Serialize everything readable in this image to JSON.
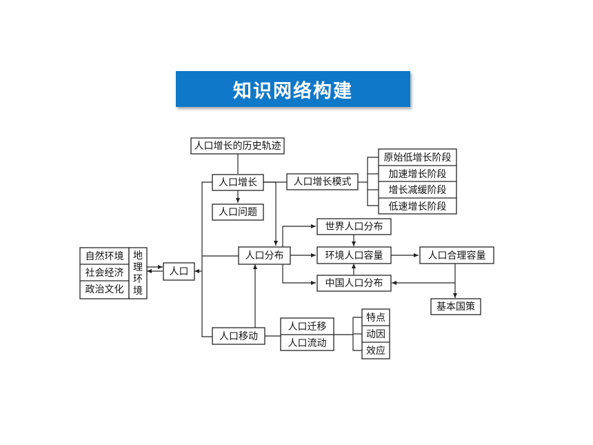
{
  "title": "知识网络构建",
  "nodes": {
    "history": "人口增长的历史轨迹",
    "growth": "人口增长",
    "problem": "人口问题",
    "mode": "人口增长模式",
    "stage1": "原始低增长阶段",
    "stage2": "加速增长阶段",
    "stage3": "增长减缓阶段",
    "stage4": "低速增长阶段",
    "world_dist": "世界人口分布",
    "distribution": "人口分布",
    "capacity": "环境人口容量",
    "reasonable": "人口合理容量",
    "china_dist": "中国人口分布",
    "policy": "基本国策",
    "population": "人口",
    "natural_env": "自然环境",
    "socio_econ": "社会经济",
    "politics": "政治文化",
    "geo_env": [
      "地",
      "理",
      "环",
      "境"
    ],
    "movement": "人口移动",
    "migration": "人口迁移",
    "flow": "人口流动",
    "feature": "特点",
    "cause": "动因",
    "effect": "效应"
  }
}
